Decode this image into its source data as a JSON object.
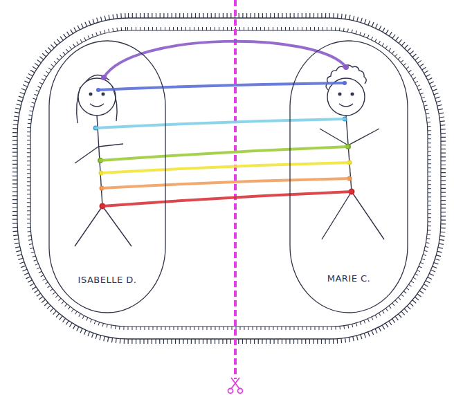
{
  "diagram": {
    "nodes": [
      {
        "text": [
          "ISABELLE D."
        ]
      },
      {
        "text": [
          "MARIE C."
        ]
      }
    ],
    "edges": [
      {
        "from": 0,
        "to": 1,
        "arrow": "none"
      },
      {
        "from": 0,
        "to": 1,
        "arrow": "none"
      },
      {
        "from": 0,
        "to": 1,
        "arrow": "none"
      },
      {
        "from": 0,
        "to": 1,
        "arrow": "none"
      },
      {
        "from": 0,
        "to": 1,
        "arrow": "none"
      },
      {
        "from": 0,
        "to": 1,
        "arrow": "none"
      },
      {
        "from": 0,
        "to": 1,
        "arrow": "none"
      }
    ]
  }
}
